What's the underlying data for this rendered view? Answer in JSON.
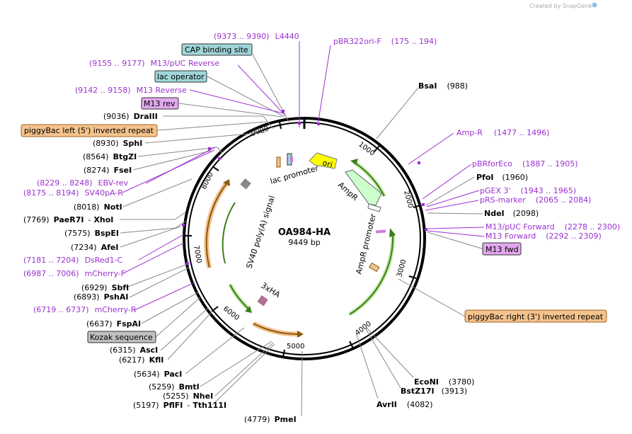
{
  "credit": "Created by SnapGene",
  "plasmid": {
    "name": "OA984-HA",
    "length": "9449 bp"
  },
  "ticks": [
    "1000",
    "2000",
    "3000",
    "4000",
    "5000",
    "6000",
    "7000",
    "8000",
    "9000"
  ],
  "feature_labels": {
    "ori": "ori",
    "ampr": "AmpR",
    "ampr_promoter": "AmpR promoter",
    "lac_promoter": "lac promoter",
    "sv40": "SV40 poly(A) signal",
    "hax3": "3xHA"
  },
  "boxed": {
    "cap": "CAP binding site",
    "lacop": "lac operator",
    "m13rev": "M13 rev",
    "pb_left": "piggyBac left (5') inverted repeat",
    "m13fwd": "M13 fwd",
    "pb_right": "piggyBac right (3') inverted repeat",
    "kozak": "Kozak sequence"
  },
  "primers": {
    "l4440": {
      "range": "(9373 .. 9390)",
      "name": "L4440"
    },
    "pbr322": {
      "name": "pBR322ori-F",
      "range": "(175 .. 194)"
    },
    "m13puc_rev": {
      "range": "(9155 .. 9177)",
      "name": "M13/pUC Reverse"
    },
    "m13_rev": {
      "range": "(9142 .. 9158)",
      "name": "M13 Reverse"
    },
    "ampr": {
      "name": "Amp-R",
      "range": "(1477 .. 1496)"
    },
    "pbrforeco": {
      "name": "pBRforEco",
      "range": "(1887 .. 1905)"
    },
    "pgex3": {
      "name": "pGEX 3'",
      "range": "(1943 .. 1965)"
    },
    "prs": {
      "name": "pRS-marker",
      "range": "(2065 .. 2084)"
    },
    "m13puc_fwd": {
      "name": "M13/pUC Forward",
      "range": "(2278 .. 2300)"
    },
    "m13_fwd": {
      "name": "M13 Forward",
      "range": "(2292 .. 2309)"
    },
    "ebv": {
      "range": "(8229 .. 8248)",
      "name": "EBV-rev"
    },
    "sv40pa": {
      "range": "(8175 .. 8194)",
      "name": "SV40pA-R"
    },
    "dsred": {
      "range": "(7181 .. 7204)",
      "name": "DsRed1-C"
    },
    "mcherryf": {
      "range": "(6987 .. 7006)",
      "name": "mCherry-F"
    },
    "mcherryr": {
      "range": "(6719 .. 6737)",
      "name": "mCherry-R"
    }
  },
  "sites": {
    "bsai": {
      "name": "BsaI",
      "pos": "(988)"
    },
    "pfoi": {
      "name": "PfoI",
      "pos": "(1960)"
    },
    "ndei": {
      "name": "NdeI",
      "pos": "(2098)"
    },
    "econi": {
      "name": "EcoNI",
      "pos": "(3780)"
    },
    "bstz": {
      "name": "BstZ17I",
      "pos": "(3913)"
    },
    "avrii": {
      "name": "AvrII",
      "pos": "(4082)"
    },
    "pmei": {
      "pos": "(4779)",
      "name": "PmeI"
    },
    "pflfi": {
      "pos": "(5197)",
      "name": "PflFI",
      "sep": "-",
      "name2": "Tth111I"
    },
    "nhei": {
      "pos": "(5255)",
      "name": "NheI"
    },
    "bmti": {
      "pos": "(5259)",
      "name": "BmtI"
    },
    "paci": {
      "pos": "(5634)",
      "name": "PacI"
    },
    "kfli": {
      "pos": "(6217)",
      "name": "KflI"
    },
    "asci": {
      "pos": "(6315)",
      "name": "AscI"
    },
    "fspai": {
      "pos": "(6637)",
      "name": "FspAI"
    },
    "pshai": {
      "pos": "(6893)",
      "name": "PshAI"
    },
    "sbfi": {
      "pos": "(6929)",
      "name": "SbfI"
    },
    "afei": {
      "pos": "(7234)",
      "name": "AfeI"
    },
    "bspei": {
      "pos": "(7575)",
      "name": "BspEI"
    },
    "paer7i": {
      "pos": "(7769)",
      "name": "PaeR7I",
      "sep": "-",
      "name2": "XhoI"
    },
    "noti": {
      "pos": "(8018)",
      "name": "NotI"
    },
    "fsei": {
      "pos": "(8274)",
      "name": "FseI"
    },
    "btgzi": {
      "pos": "(8564)",
      "name": "BtgZI"
    },
    "sphi": {
      "pos": "(8930)",
      "name": "SphI"
    },
    "draiii": {
      "pos": "(9036)",
      "name": "DraIII"
    }
  },
  "colors": {
    "primer": "#9b30d0",
    "cds_fill": "#ccffcc",
    "ori_fill": "#ffff00",
    "repeat_fill": "#f4c28c",
    "kozak_fill": "#c0c0c0",
    "cap_fill": "#9fd5d8",
    "m13_fill": "#e2a8ee"
  }
}
